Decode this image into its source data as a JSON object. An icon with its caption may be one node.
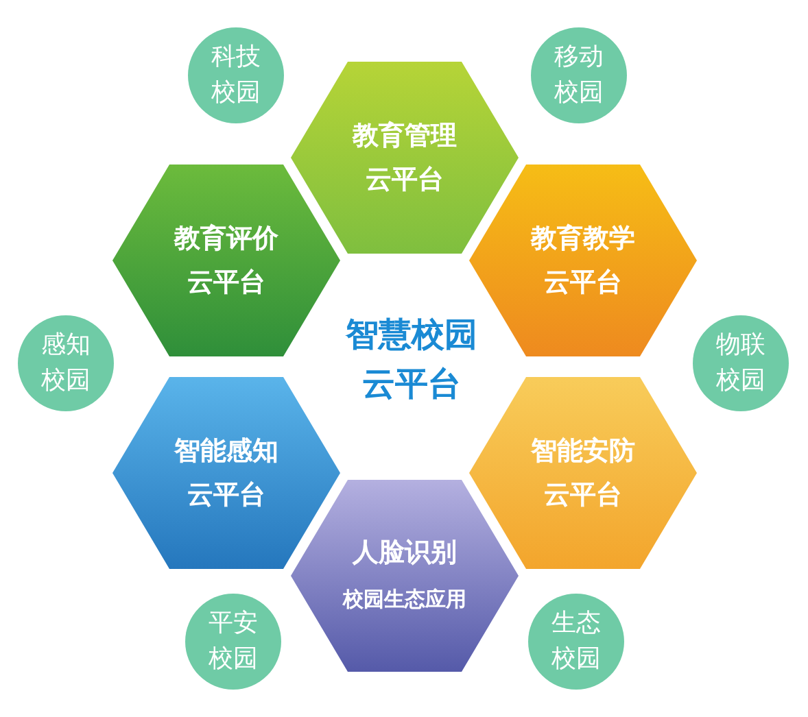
{
  "diagram": {
    "title": "智慧校园云平台",
    "nodes": [
      {
        "text": [
          "科技校园"
        ]
      },
      {
        "text": [
          "移动校园"
        ]
      },
      {
        "text": [
          "教育管理云平台"
        ]
      },
      {
        "text": [
          "教育评价云平台"
        ]
      },
      {
        "text": [
          "教育教学云平台"
        ]
      },
      {
        "text": [
          "感知校园"
        ]
      },
      {
        "text": [
          "物联校园"
        ]
      },
      {
        "text": [
          "智能感知云平台"
        ]
      },
      {
        "text": [
          "智能安防云平台"
        ]
      },
      {
        "text": [
          "人脸识别",
          "校园生态应用"
        ]
      },
      {
        "text": [
          "平安校园"
        ]
      },
      {
        "text": [
          "生态校园"
        ]
      }
    ]
  }
}
